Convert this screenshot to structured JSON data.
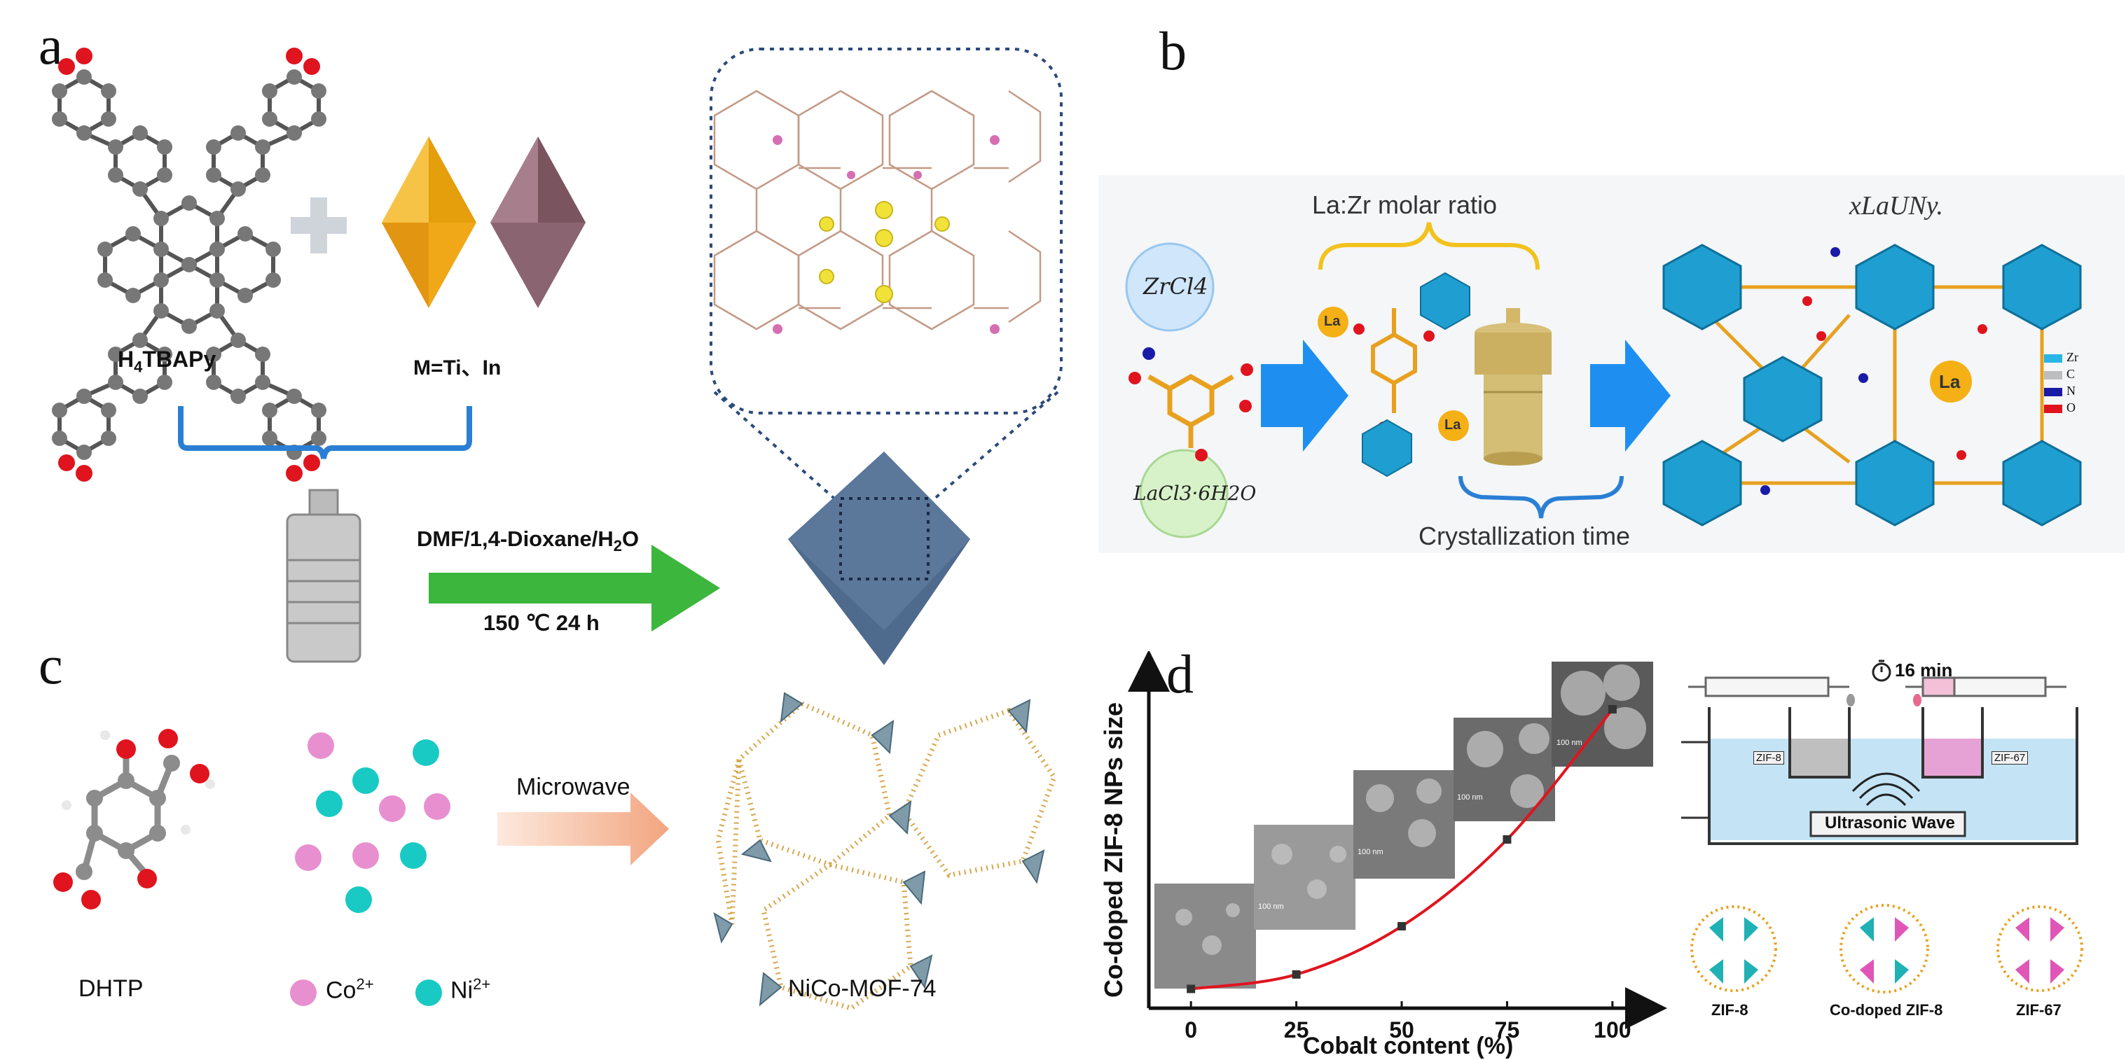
{
  "panels": {
    "a": {
      "letter": "a",
      "ligand_label": "H4TBAPy",
      "ligand_sub": "4",
      "ligand_pre": "H",
      "ligand_post": "TBAPy",
      "metal_label": "M=Ti、In",
      "conditions_top_pre": "DMF/1,4-Dioxane/H",
      "conditions_top_sub": "2",
      "conditions_top_post": "O",
      "conditions_bottom": "150 ℃  24 h"
    },
    "b": {
      "letter": "b",
      "ratio_label": "La:Zr molar ratio",
      "zr_salt": "ZrCl4",
      "la_salt": "LaCl3·6H2O",
      "la_atom": "La",
      "time_label": "Crystallization time",
      "product_label": "xLaUNy.",
      "legend": [
        {
          "label": "Zr",
          "color": "#29b6e6"
        },
        {
          "label": "C",
          "color": "#bdbdbd"
        },
        {
          "label": "N",
          "color": "#1a1aa8"
        },
        {
          "label": "O",
          "color": "#e0141e"
        }
      ]
    },
    "c": {
      "letter": "c",
      "linker_label": "DHTP",
      "method_label": "Microwave",
      "co_label": "Co",
      "co_sup": "2+",
      "ni_label": "Ni",
      "ni_sup": "2+",
      "product_label": "NiCo-MOF-74",
      "co_color": "#e88fcf",
      "ni_color": "#19c9c4"
    },
    "d": {
      "letter": "d",
      "time_label": "16 min",
      "beaker_left": "ZIF-8",
      "beaker_right": "ZIF-67",
      "bath_label": "Ultrasonic Wave",
      "structures": [
        "ZIF-8",
        "Co-doped ZIF-8",
        "ZIF-67"
      ],
      "scale_labels": [
        "100 nm",
        "100 nm",
        "100 nm",
        "100 nm"
      ]
    }
  },
  "chart_data": {
    "type": "line",
    "ylabel": "Co-doped ZIF-8 NPs size",
    "xlabel": "Cobalt content (%)",
    "categories": [
      "0",
      "25",
      "50",
      "75",
      "100"
    ],
    "x": [
      0,
      25,
      50,
      75,
      100
    ],
    "series": [
      {
        "values": [
          0.04,
          0.07,
          0.17,
          0.35,
          0.62
        ]
      }
    ],
    "xlim": [
      -10,
      108
    ],
    "ylim": [
      0,
      0.7
    ],
    "line_color": "#e0141e",
    "marker_color": "#333333"
  }
}
